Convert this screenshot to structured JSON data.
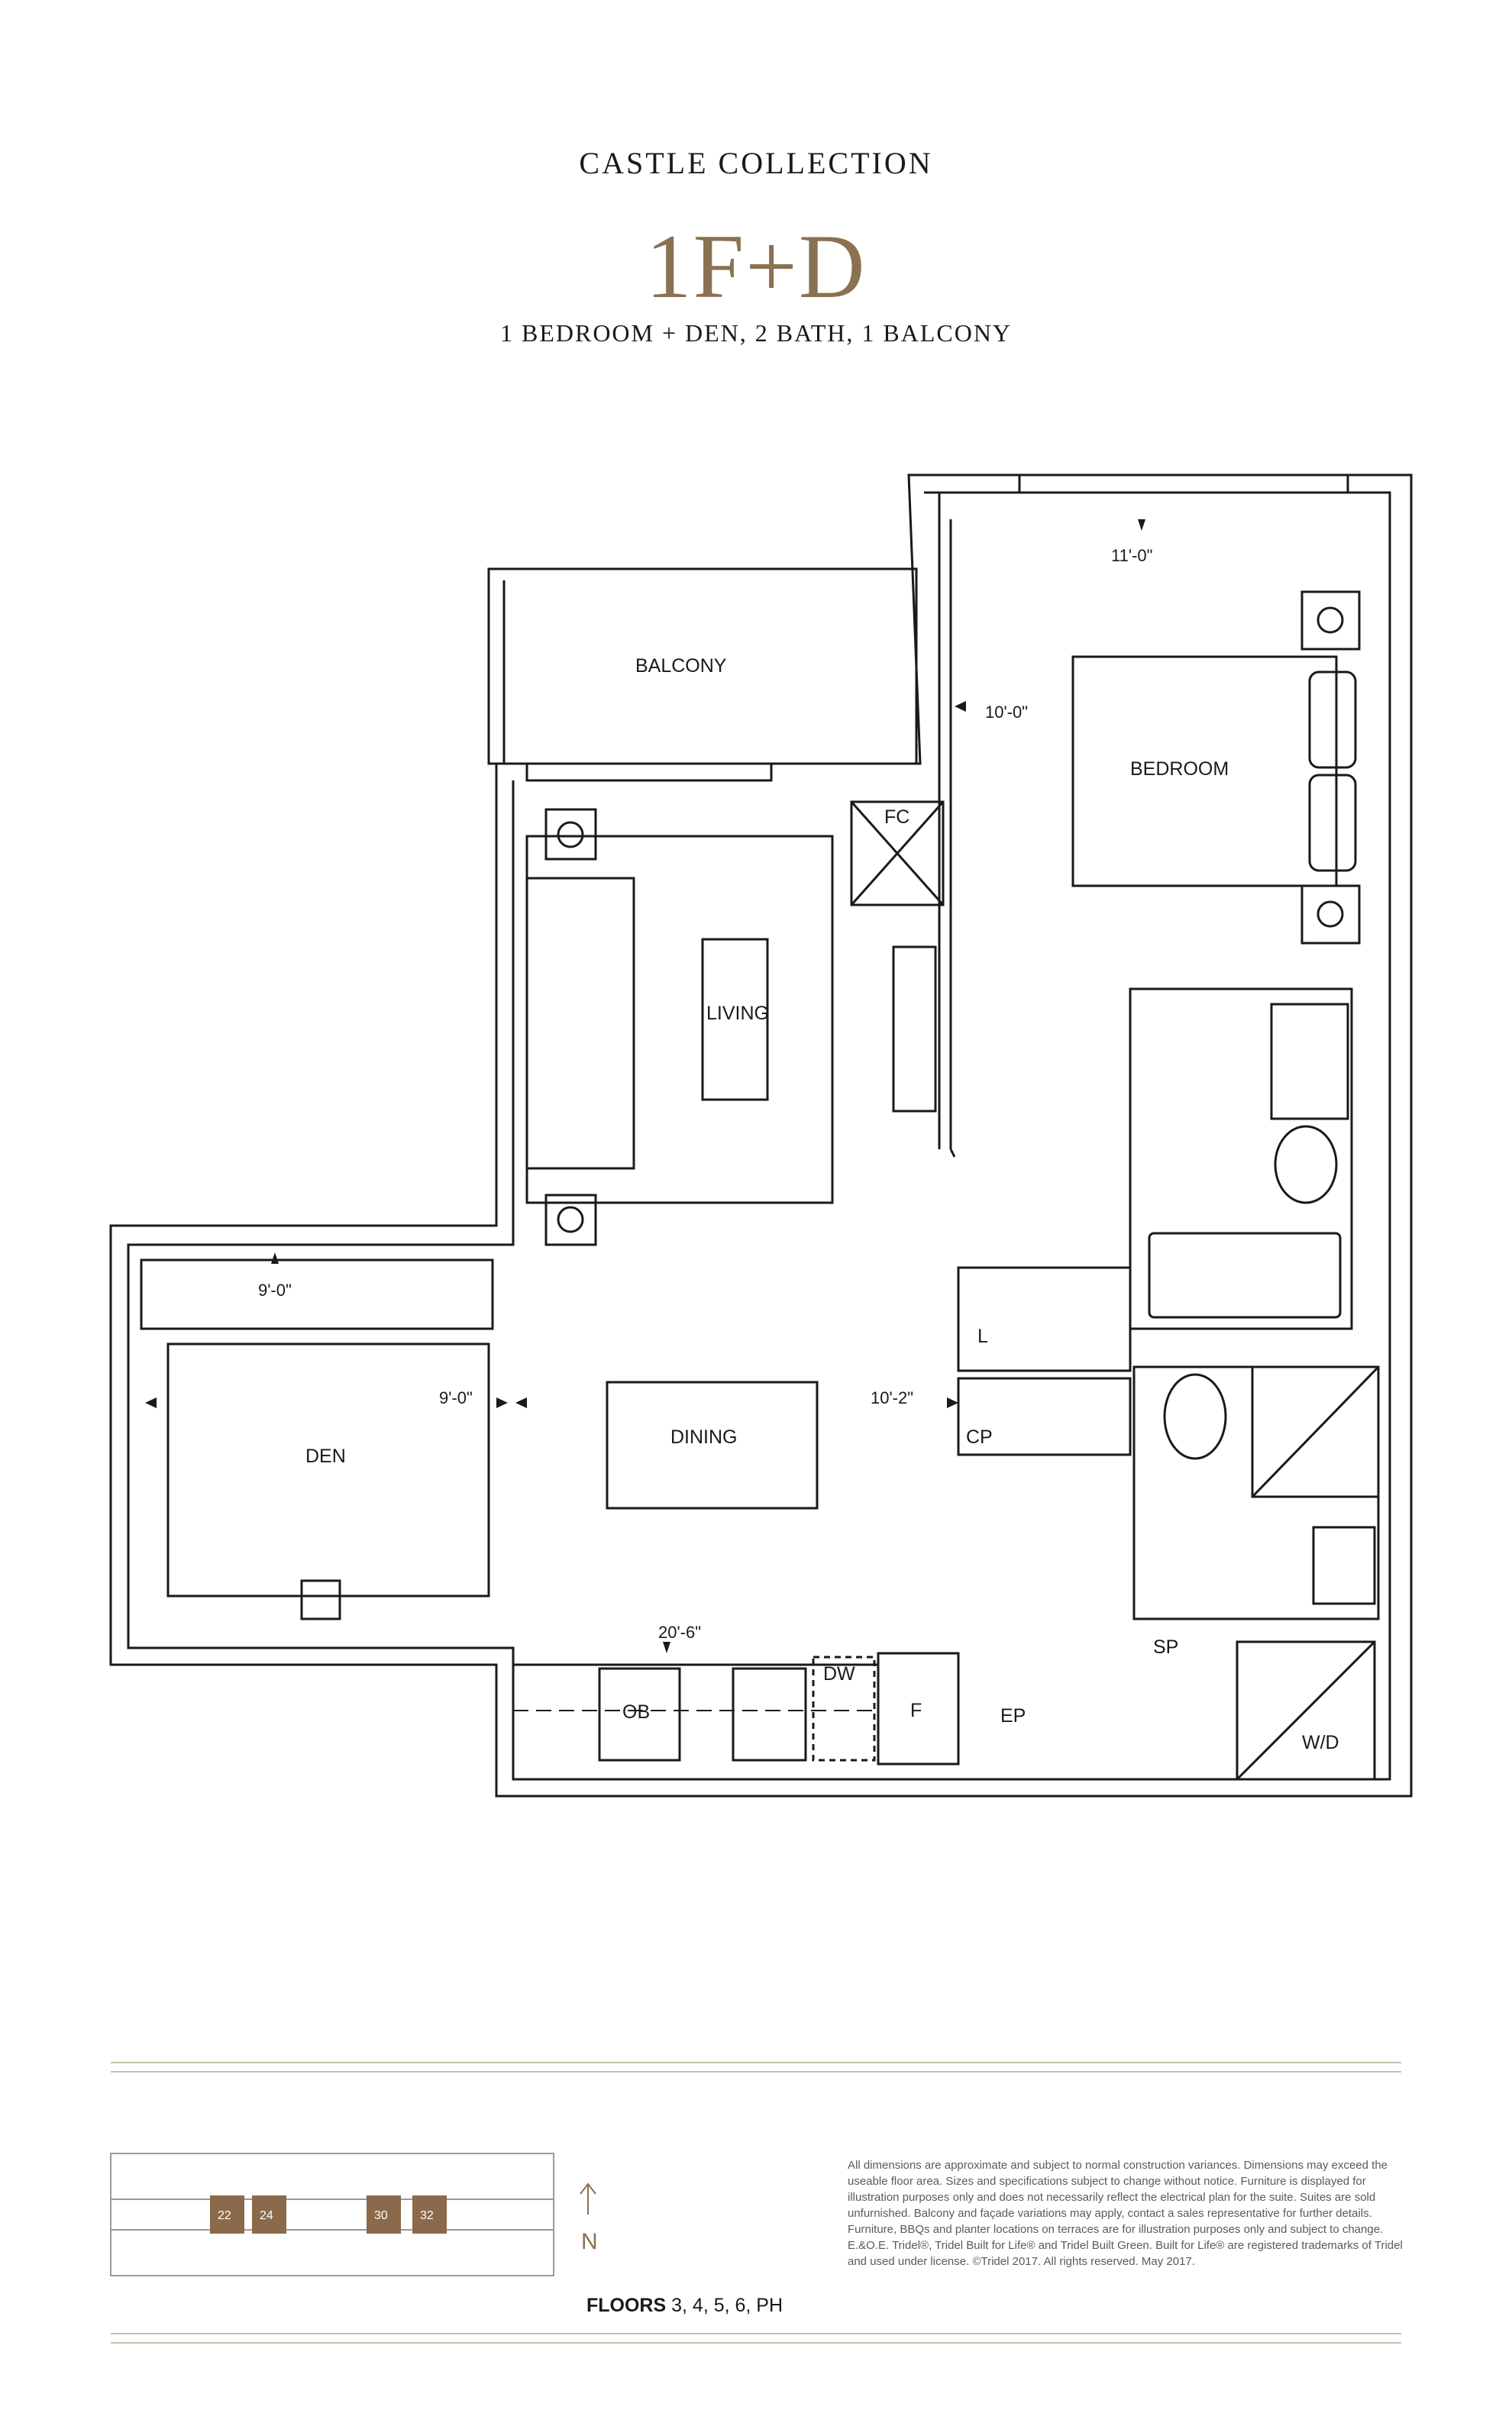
{
  "header": {
    "collection": "CASTLE COLLECTION",
    "model": "1F+D",
    "subtitle": "1 BEDROOM + DEN, 2 BATH, 1 BALCONY"
  },
  "rooms": {
    "balcony": "BALCONY",
    "bedroom": "BEDROOM",
    "living": "LIVING",
    "dining": "DINING",
    "den": "DEN",
    "fc": "FC",
    "linen": "L",
    "cp": "CP",
    "dw": "DW",
    "ob": "OB",
    "fridge": "F",
    "ep": "EP",
    "sp": "SP",
    "wd": "W/D"
  },
  "dimensions": {
    "bedroom_width": "11'-0\"",
    "bedroom_depth": "10'-0\"",
    "den_depth": "9'-0\"",
    "den_width": "9'-0\"",
    "dining_depth": "10'-2\"",
    "kitchen_width": "20'-6\""
  },
  "keyplan": {
    "units": [
      "22",
      "24",
      "30",
      "32"
    ],
    "highlight_color": "#8a6a4a"
  },
  "north_label": "N",
  "floors": {
    "label": "FLOORS",
    "values": "3, 4, 5, 6, PH"
  },
  "disclaimer": "All dimensions are approximate and subject to normal construction variances. Dimensions may exceed the useable floor area. Sizes and specifications subject to change without notice. Furniture is displayed for illustration purposes only and does not necessarily reflect the electrical plan for the suite. Suites are sold unfurnished. Balcony and façade variations may apply, contact a sales representative for further details. Furniture, BBQs and planter locations on terraces are for illustration purposes only and subject to change. E.&O.E. Tridel®, Tridel Built for Life® and Tridel Built Green. Built for Life® are registered trademarks of Tridel and used under license. ©Tridel 2017. All rights reserved. May 2017.",
  "colors": {
    "accent": "#8a7151",
    "rule": "#c9bfae"
  }
}
